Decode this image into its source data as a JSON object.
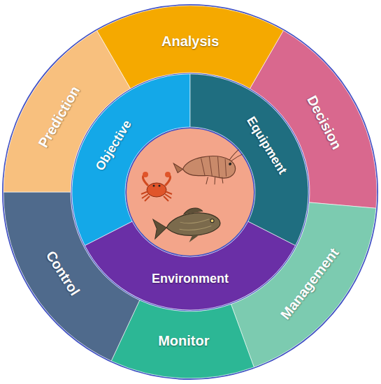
{
  "diagram": {
    "nodes": [
      {
        "text": [
          "Analysis"
        ]
      },
      {
        "text": [
          "Decision"
        ]
      },
      {
        "text": [
          "Management"
        ]
      },
      {
        "text": [
          "Monitor"
        ]
      },
      {
        "text": [
          "Control"
        ]
      },
      {
        "text": [
          "Prediction"
        ]
      },
      {
        "text": [
          "Objective"
        ]
      },
      {
        "text": [
          "Equipment"
        ]
      },
      {
        "text": [
          "Environment"
        ]
      }
    ]
  }
}
